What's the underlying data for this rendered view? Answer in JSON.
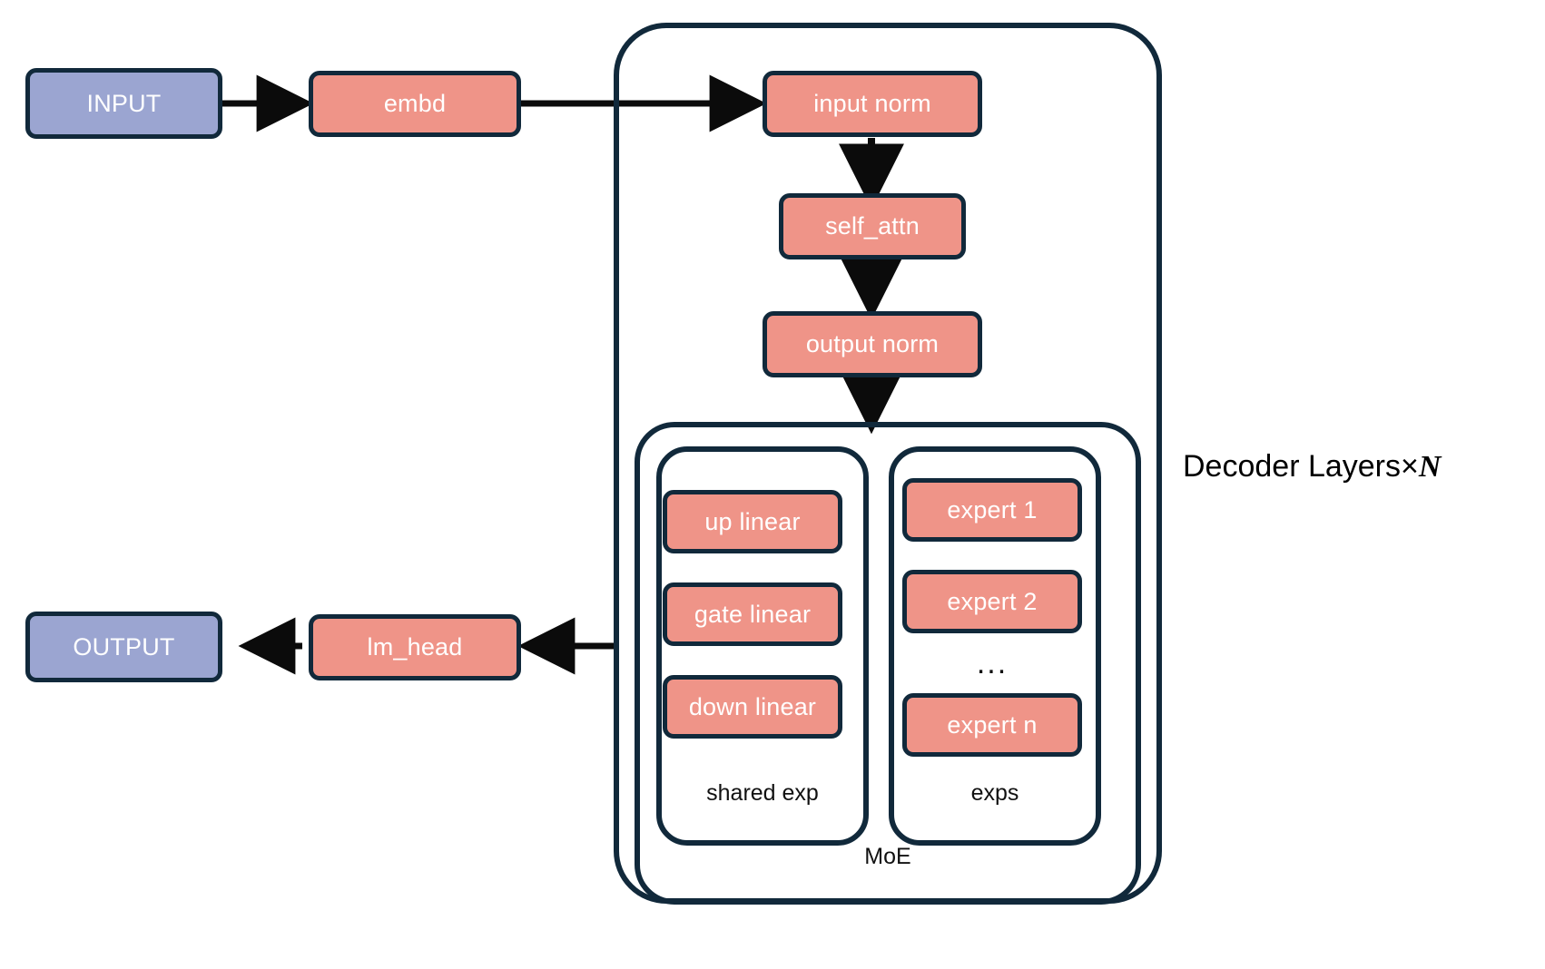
{
  "diagram": {
    "title": "Decoder-only MoE transformer architecture flow",
    "colors": {
      "stroke": "#11293b",
      "blue_node": "#9ba5d1",
      "salmon_node": "#ef9488",
      "background": "#ffffff",
      "node_text": "#ffffff",
      "label_text": "#111111"
    },
    "io": {
      "input_label": "INPUT",
      "output_label": "OUTPUT"
    },
    "head": {
      "embd_label": "embd",
      "lm_head_label": "lm_head"
    },
    "decoder": {
      "caption_text": "Decoder Layers×",
      "caption_var": "N",
      "blocks": [
        {
          "label": "input norm"
        },
        {
          "label": "self_attn"
        },
        {
          "label": "output norm"
        }
      ]
    },
    "moe": {
      "label": "MoE",
      "shared_expert": {
        "label": "shared exp",
        "layers": [
          {
            "label": "up linear"
          },
          {
            "label": "gate linear"
          },
          {
            "label": "down linear"
          }
        ]
      },
      "routed_experts": {
        "label": "exps",
        "ellipsis": "...",
        "items": [
          {
            "label": "expert 1"
          },
          {
            "label": "expert 2"
          },
          {
            "label": "expert n"
          }
        ]
      }
    },
    "edges": [
      {
        "from": "INPUT",
        "to": "embd"
      },
      {
        "from": "embd",
        "to": "input norm"
      },
      {
        "from": "input norm",
        "to": "self_attn"
      },
      {
        "from": "self_attn",
        "to": "output norm"
      },
      {
        "from": "output norm",
        "to": "MoE"
      },
      {
        "from": "MoE",
        "to": "lm_head"
      },
      {
        "from": "lm_head",
        "to": "OUTPUT"
      }
    ]
  }
}
